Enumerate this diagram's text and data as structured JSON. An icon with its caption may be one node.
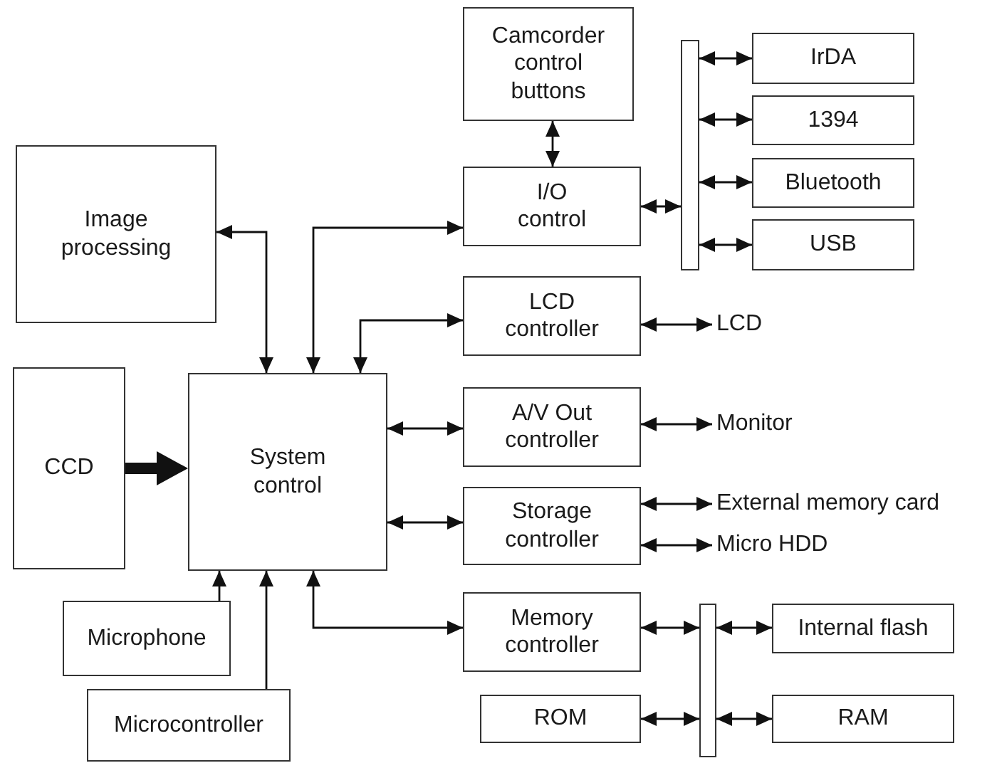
{
  "diagram": {
    "nodes": [
      {
        "text": [
          "Camcorder control buttons"
        ]
      },
      {
        "text": [
          "IrDA"
        ]
      },
      {
        "text": [
          "Image processing"
        ]
      },
      {
        "text": [
          "I/O control"
        ]
      },
      {
        "text": [],
        "shape": "bar"
      },
      {
        "text": [
          "1394"
        ]
      },
      {
        "text": [
          "Bluetooth"
        ]
      },
      {
        "text": [
          "USB"
        ]
      },
      {
        "text": [
          "LCD controller"
        ]
      },
      {
        "text": [
          "LCD"
        ]
      },
      {
        "text": [
          "CCD"
        ]
      },
      {
        "text": [
          "System control"
        ]
      },
      {
        "text": [
          "A/V Out controller"
        ]
      },
      {
        "text": [
          "Monitor"
        ]
      },
      {
        "text": [
          "Storage controller"
        ]
      },
      {
        "text": [
          "External memory card"
        ]
      },
      {
        "text": [
          "Micro HDD"
        ]
      },
      {
        "text": [
          "Memory controller"
        ]
      },
      {
        "text": [
          "Microphone"
        ]
      },
      {
        "text": [],
        "shape": "bar"
      },
      {
        "text": [
          "Internal flash"
        ]
      },
      {
        "text": [
          "Microcontroller"
        ]
      },
      {
        "text": [
          "ROM"
        ]
      },
      {
        "text": [
          "RAM"
        ]
      }
    ],
    "edges": [
      {
        "from": 0,
        "to": 3,
        "arrow": "both"
      },
      {
        "from": 2,
        "to": 11,
        "arrow": "both"
      },
      {
        "from": 11,
        "to": 3,
        "arrow": "both"
      },
      {
        "from": 11,
        "to": 8,
        "arrow": "both"
      },
      {
        "from": 3,
        "to": 4,
        "arrow": "both"
      },
      {
        "from": 4,
        "to": 1,
        "arrow": "both"
      },
      {
        "from": 4,
        "to": 5,
        "arrow": "both"
      },
      {
        "from": 4,
        "to": 6,
        "arrow": "both"
      },
      {
        "from": 4,
        "to": 7,
        "arrow": "both"
      },
      {
        "from": 8,
        "to": 9,
        "arrow": "both"
      },
      {
        "from": 10,
        "to": 11,
        "arrow": "to",
        "style": "thick"
      },
      {
        "from": 11,
        "to": 12,
        "arrow": "both"
      },
      {
        "from": 12,
        "to": 13,
        "arrow": "both"
      },
      {
        "from": 11,
        "to": 14,
        "arrow": "both"
      },
      {
        "from": 14,
        "to": 15,
        "arrow": "both"
      },
      {
        "from": 14,
        "to": 16,
        "arrow": "both"
      },
      {
        "from": 11,
        "to": 17,
        "arrow": "both"
      },
      {
        "from": 17,
        "to": 19,
        "arrow": "both"
      },
      {
        "from": 19,
        "to": 20,
        "arrow": "both"
      },
      {
        "from": 18,
        "to": 11,
        "arrow": "to"
      },
      {
        "from": 21,
        "to": 11,
        "arrow": "to"
      },
      {
        "from": 22,
        "to": 19,
        "arrow": "both"
      },
      {
        "from": 19,
        "to": 23,
        "arrow": "both"
      }
    ]
  }
}
